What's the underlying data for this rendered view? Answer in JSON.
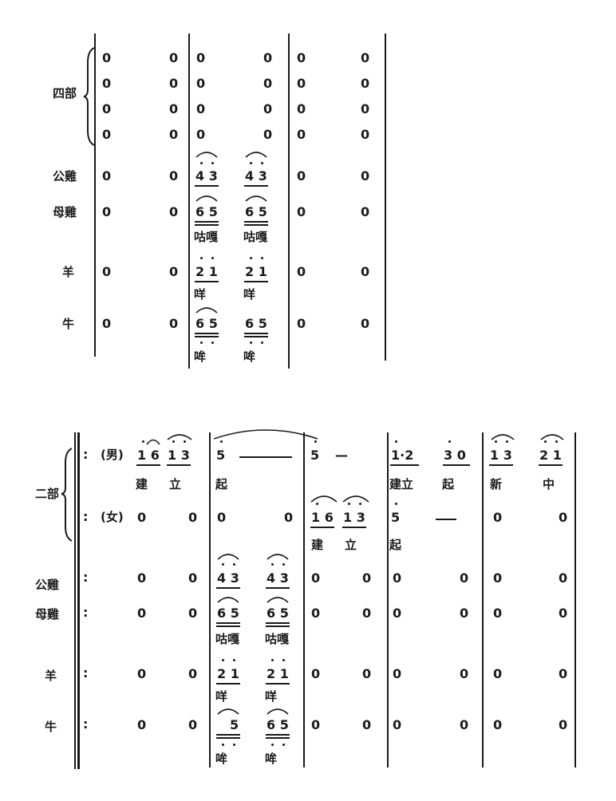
{
  "system1": {
    "part_four": "四部",
    "rows": {
      "gongji": "公雞",
      "muji": "母雞",
      "yang": "羊",
      "niu": "牛"
    },
    "rest": "0",
    "notes": {
      "gongji": "4 3",
      "muji": "6 5",
      "yang": "2 1",
      "niu": "6 5"
    },
    "lyrics": {
      "muji": "咕嘎",
      "yang": "咩",
      "niu": "哞"
    }
  },
  "system2": {
    "part_two": "二部",
    "male": "(男)",
    "female": "(女)",
    "rows": {
      "gongji": "公雞",
      "muji": "母雞",
      "yang": "羊",
      "niu": "牛"
    },
    "rest": "0",
    "repeat_sign": ":",
    "male_notes": {
      "m1a": "1 6",
      "m1b": "1 3",
      "m2": "5",
      "m3": "5",
      "m4a": "1·2",
      "m4b": "3 0",
      "m5a": "1 3",
      "m5b": "2 1"
    },
    "male_lyrics": {
      "l1": "建",
      "l2": "立",
      "l3": "起",
      "l4": "建立",
      "l5": "起",
      "l6": "新",
      "l7": "中"
    },
    "female_notes": {
      "f3a": "1 6",
      "f3b": "1 3",
      "f4": "5"
    },
    "female_lyrics": {
      "l1": "建",
      "l2": "立",
      "l3": "起"
    },
    "dash": "—",
    "notes": {
      "gongji": "4 3",
      "muji": "6 5",
      "yang": "2 1",
      "niu_a": "5",
      "niu_b": "6 5"
    },
    "lyrics": {
      "muji": "咕嘎",
      "yang": "咩",
      "niu": "哞"
    }
  }
}
